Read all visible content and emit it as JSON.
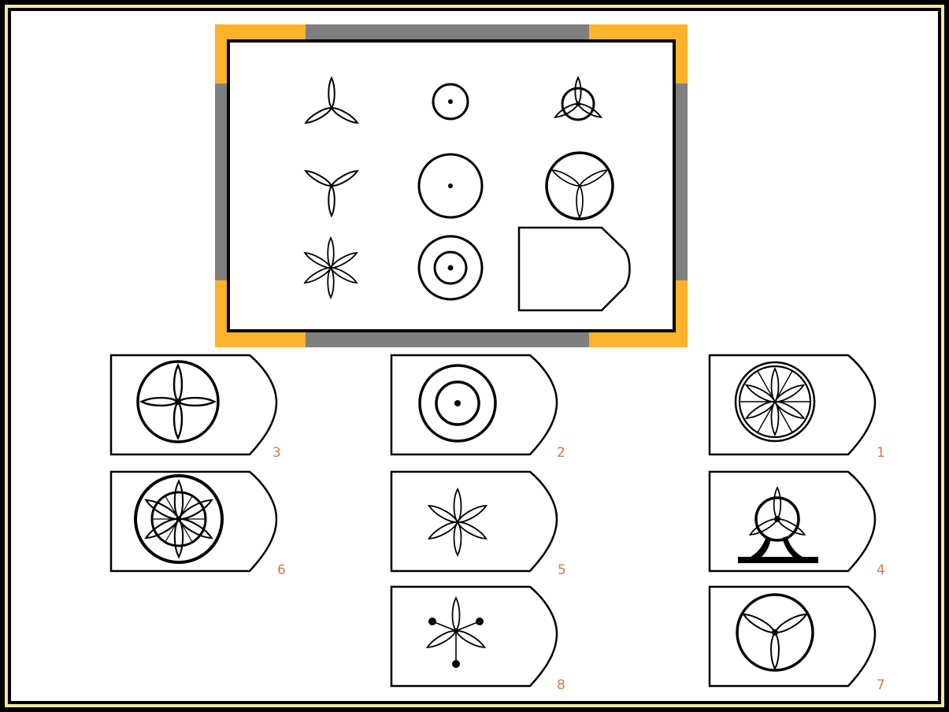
{
  "puzzle": {
    "matrix": {
      "rows": [
        [
          "three-petal-flower",
          "small-circle-with-dot",
          "circle-with-three-petals"
        ],
        [
          "three-petal-flower-inverted",
          "large-circle-with-dot",
          "large-circle-with-three-petals"
        ],
        [
          "six-petal-flower",
          "double-circle-with-dot",
          "blank-answer-tag"
        ]
      ]
    },
    "options": [
      {
        "number": "3",
        "figure": "circle-with-four-petals"
      },
      {
        "number": "2",
        "figure": "double-circle-with-dot"
      },
      {
        "number": "1",
        "figure": "double-circle-with-six-petals-and-spokes"
      },
      {
        "number": "6",
        "figure": "double-circle-with-six-petals"
      },
      {
        "number": "5",
        "figure": "six-petal-flower"
      },
      {
        "number": "4",
        "figure": "circle-with-three-petals-on-stand"
      },
      {
        "number": "8",
        "figure": "three-petal-flower-with-dotted-stems"
      },
      {
        "number": "7",
        "figure": "circle-with-three-petals"
      }
    ],
    "colors": {
      "frame": "#000000",
      "frame_gold": "#f3e8a0",
      "board_gray": "#7f7f7f",
      "board_orange": "#fbb32b",
      "number_color": "#d47a4a"
    }
  }
}
